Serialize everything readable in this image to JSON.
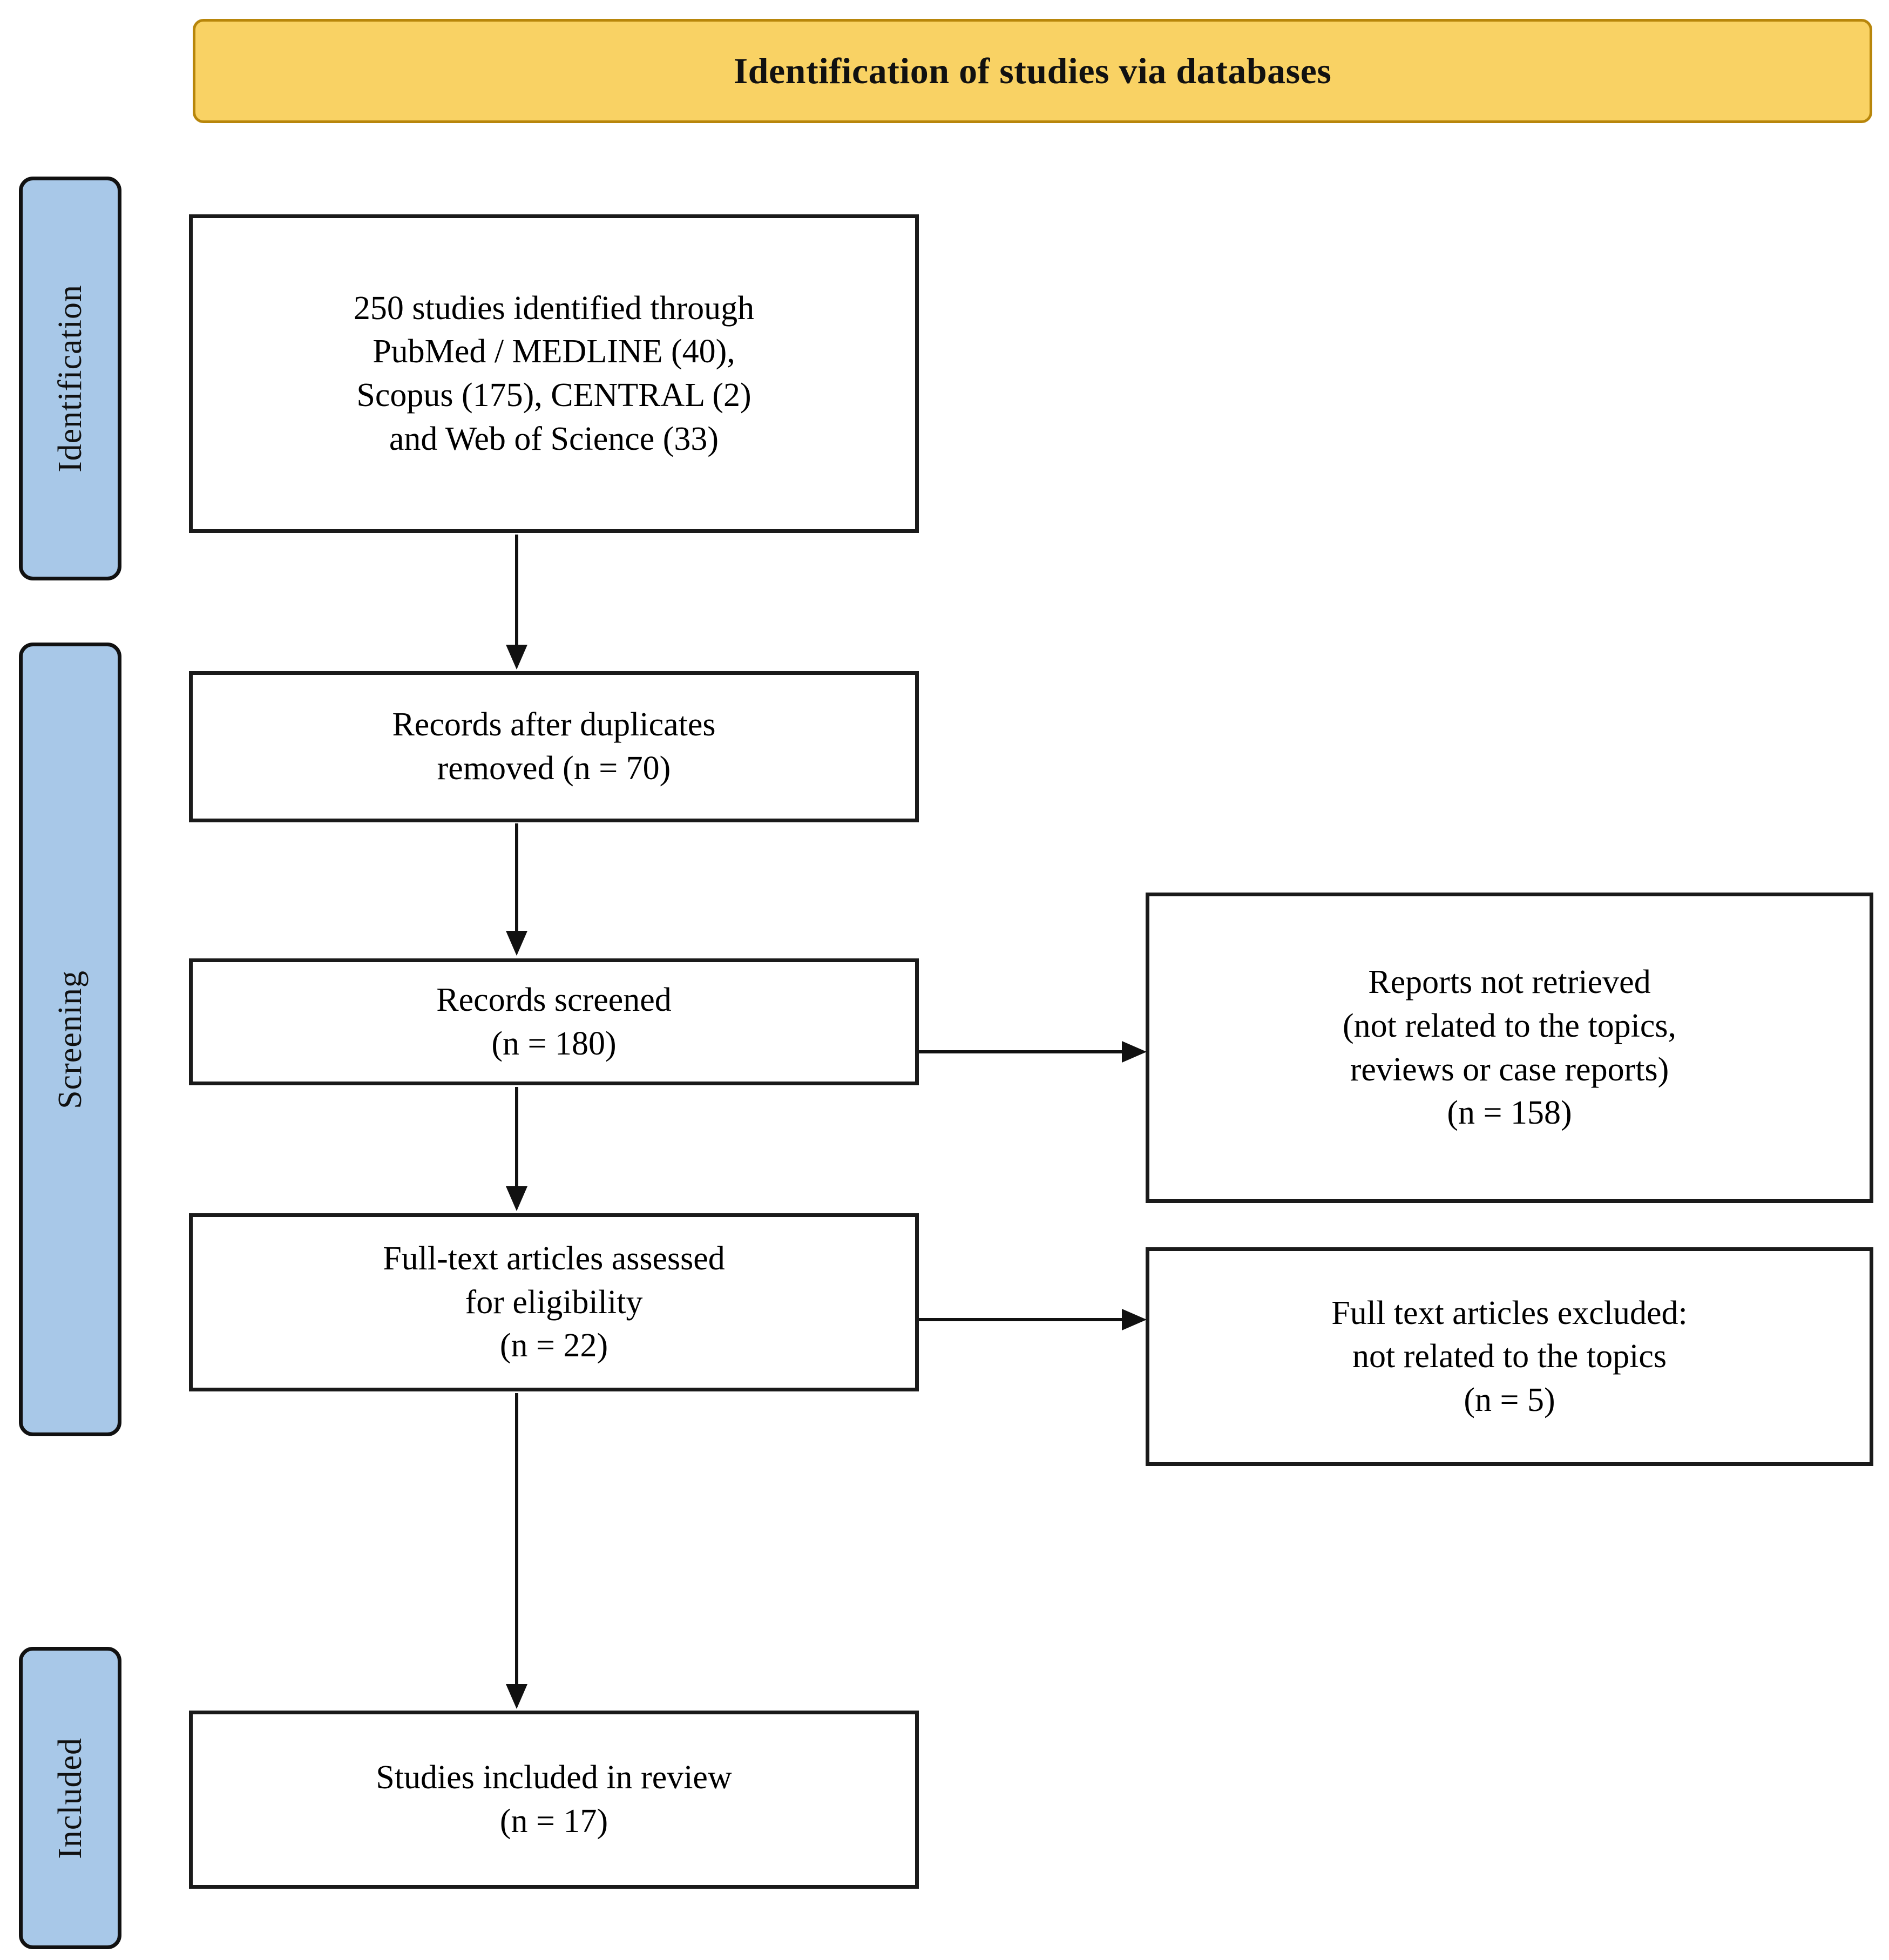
{
  "banner": {
    "title": "Identification of studies via databases"
  },
  "colors": {
    "banner_fill": "#f9d264",
    "banner_border": "#b8860b",
    "stage_fill": "#a8c8e8",
    "stage_border": "#111111",
    "box_border": "#1a1a1a",
    "box_fill": "#ffffff",
    "arrow": "#111111",
    "page_background": "#ffffff"
  },
  "stages": [
    {
      "id": "identification",
      "label": "Identification"
    },
    {
      "id": "screening",
      "label": "Screening"
    },
    {
      "id": "included",
      "label": "Included"
    }
  ],
  "boxes": {
    "identified": {
      "lines": [
        "250 studies identified through",
        "PubMed / MEDLINE (40),",
        "Scopus (175), CENTRAL (2)",
        "and Web of Science (33)"
      ]
    },
    "duplicates": {
      "lines": [
        "Records after duplicates",
        "removed (n = 70)"
      ]
    },
    "screened": {
      "lines": [
        "Records screened",
        "(n = 180)"
      ]
    },
    "fulltext": {
      "lines": [
        "Full-text articles assessed",
        "for eligibility",
        "(n = 22)"
      ]
    },
    "notretrieved": {
      "lines": [
        "Reports not retrieved",
        "(not related to the topics,",
        "reviews or case reports)",
        "(n = 158)"
      ]
    },
    "excluded": {
      "lines": [
        "Full text articles excluded:",
        "not related to the topics",
        "(n = 5)"
      ]
    },
    "included": {
      "lines": [
        "Studies included in review",
        "(n = 17)"
      ]
    }
  },
  "chart_data": {
    "type": "diagram",
    "title": "Identification of studies via databases",
    "diagram_kind": "PRISMA flow diagram",
    "stages": [
      "Identification",
      "Screening",
      "Included"
    ],
    "nodes": [
      {
        "id": "identified",
        "stage": "Identification",
        "label": "250 studies identified through PubMed / MEDLINE (40), Scopus (175), CENTRAL (2) and Web of Science (33)",
        "n": 250
      },
      {
        "id": "duplicates",
        "stage": "Screening",
        "label": "Records after duplicates removed (n = 70)",
        "n": 70
      },
      {
        "id": "screened",
        "stage": "Screening",
        "label": "Records screened (n = 180)",
        "n": 180
      },
      {
        "id": "notretrieved",
        "stage": "Screening",
        "label": "Reports not retrieved (not related to the topics, reviews or case reports) (n = 158)",
        "n": 158
      },
      {
        "id": "fulltext",
        "stage": "Screening",
        "label": "Full-text articles assessed for eligibility (n = 22)",
        "n": 22
      },
      {
        "id": "excluded",
        "stage": "Screening",
        "label": "Full text articles excluded: not related to the topics (n = 5)",
        "n": 5
      },
      {
        "id": "included",
        "stage": "Included",
        "label": "Studies included in review (n = 17)",
        "n": 17
      }
    ],
    "sources": [
      {
        "name": "PubMed / MEDLINE",
        "count": 40
      },
      {
        "name": "Scopus",
        "count": 175
      },
      {
        "name": "CENTRAL",
        "count": 2
      },
      {
        "name": "Web of Science",
        "count": 33
      }
    ],
    "edges": [
      {
        "from": "identified",
        "to": "duplicates",
        "direction": "down"
      },
      {
        "from": "duplicates",
        "to": "screened",
        "direction": "down"
      },
      {
        "from": "screened",
        "to": "notretrieved",
        "direction": "right"
      },
      {
        "from": "screened",
        "to": "fulltext",
        "direction": "down"
      },
      {
        "from": "fulltext",
        "to": "excluded",
        "direction": "right"
      },
      {
        "from": "fulltext",
        "to": "included",
        "direction": "down"
      }
    ]
  }
}
